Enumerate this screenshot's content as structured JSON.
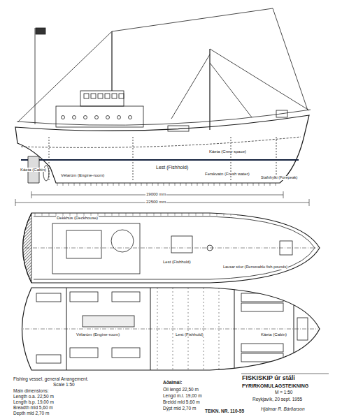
{
  "diagram": {
    "title": "FISKISKIP úr stáli",
    "labels": [
      "Káeta (Cabin)",
      "Vélarúm (Engine-room)",
      "Lest (Fishhold)",
      "Káeta (Crew space)",
      "Ferskvatn (Fresh water)",
      "Stafnhylki (Forepeak)",
      "19000 mm",
      "22500 mm",
      "Dekkhús (Deckhouse)",
      "Lest (Fishhold)",
      "Lausar stíur (Removable fish-pounds)",
      "Vélarúm (Engine-room)",
      "Lest (Fishhold)",
      "Káeta (Cabin)",
      "Fishing vessel, general Arrangement.",
      "Scale 1:50",
      "Main dimensions:",
      "Length o.a. 22,50 m",
      "Length b.p. 19,00 m",
      "Breadth mld 5,60 m",
      "Depth mld 2,70 m",
      "Aðalmál:",
      "Öll lengd 22,50 m",
      "Lengd m.l. 19,00 m",
      "Breidd mld 5,60 m",
      "Dýpt mld 2,70 m",
      "FYRIRKOMULAGSTEIKNING",
      "M = 1:50",
      "Reykjavík, 20 sept. 1955",
      "TEIKN. NR. 110-55",
      "Hjálmar R. Bárðarson"
    ]
  }
}
